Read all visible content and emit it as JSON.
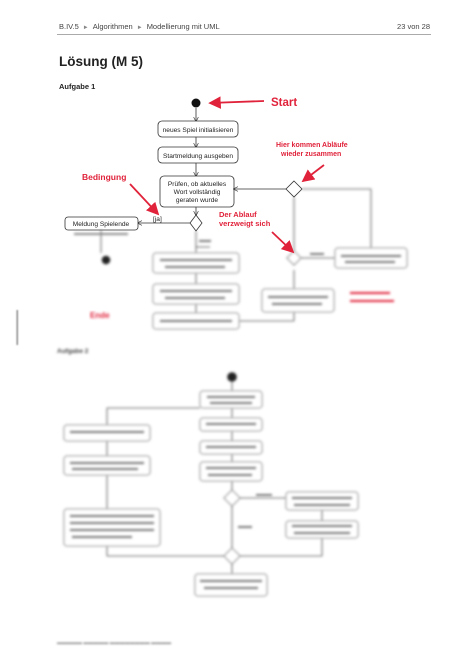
{
  "header": {
    "section": "B.IV.5",
    "crumb1": "Algorithmen",
    "crumb2": "Modellierung mit UML",
    "page": "23 von 28"
  },
  "title": "Lösung (M 5)",
  "task1": "Aufgabe 1",
  "diagram": {
    "node_init": "neues Spiel initialisieren",
    "node_start": "Startmeldung ausgeben",
    "node_check1": "Prüfen, ob aktuelles",
    "node_check2": "Wort vollständig",
    "node_check3": "geraten wurde",
    "node_end": "Meldung Spielende",
    "guard_yes": "[ja]"
  },
  "annotations": {
    "start": "Start",
    "condition": "Bedingung",
    "merge1": "Hier kommen Abläufe",
    "merge2": "wieder zusammen",
    "branch1": "Der Ablauf",
    "branch2": "verzweigt sich",
    "end": "Ende"
  },
  "colors": {
    "accent": "#e0223a"
  }
}
